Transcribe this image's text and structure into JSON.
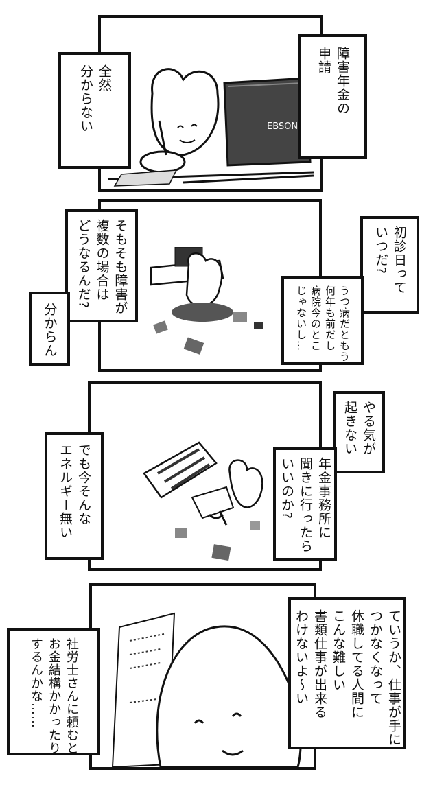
{
  "panels": [
    {
      "captions": [
        {
          "lines": [
            "障害年金の",
            "申請"
          ]
        },
        {
          "lines": [
            "全然",
            "分からない"
          ]
        }
      ],
      "art_text": "EBSON"
    },
    {
      "captions": [
        {
          "lines": [
            "初診日って",
            "いつだ?"
          ]
        },
        {
          "lines": [
            "うつ病だともう",
            "何年も前だし",
            "病院今のとこ",
            "じゃないし…"
          ]
        },
        {
          "lines": [
            "そもそも障害が",
            "複数の場合は",
            "どうなるんだ?"
          ]
        },
        {
          "lines": [
            "分からん"
          ]
        }
      ]
    },
    {
      "captions": [
        {
          "lines": [
            "やる気が",
            "起きない"
          ]
        },
        {
          "lines": [
            "年金事務所に",
            "聞きに行ったら",
            "いいのか?"
          ]
        },
        {
          "lines": [
            "でも今そんな",
            "エネルギー無い"
          ]
        }
      ]
    },
    {
      "captions": [
        {
          "lines": [
            "ていうか、仕事が手に",
            "つかなくなって",
            "休職してる人間に",
            "こんな難しい",
            "書類仕事が出来る",
            "わけないよ〜い"
          ]
        },
        {
          "lines": [
            "社労士さんに頼むと",
            "お金結構かかったり",
            "するんかな……"
          ]
        }
      ]
    }
  ]
}
